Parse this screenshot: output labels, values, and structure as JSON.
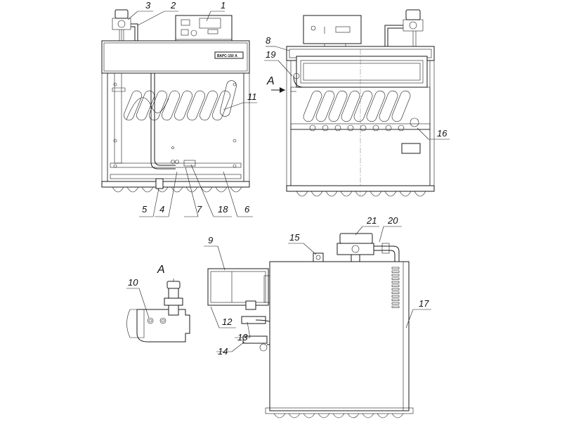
{
  "views": {
    "detail_title": "A",
    "front_arrow_label": "A",
    "plate_text": "ВАРС-150 А"
  },
  "callouts": {
    "c1": "1",
    "c2": "2",
    "c3": "3",
    "c4": "4",
    "c5": "5",
    "c6": "6",
    "c7": "7",
    "c8": "8",
    "c9": "9",
    "c10": "10",
    "c11": "11",
    "c12": "12",
    "c13": "13",
    "c14": "14",
    "c15": "15",
    "c16": "16",
    "c17": "17",
    "c18": "18",
    "c19": "19",
    "c20": "20",
    "c21": "21"
  }
}
